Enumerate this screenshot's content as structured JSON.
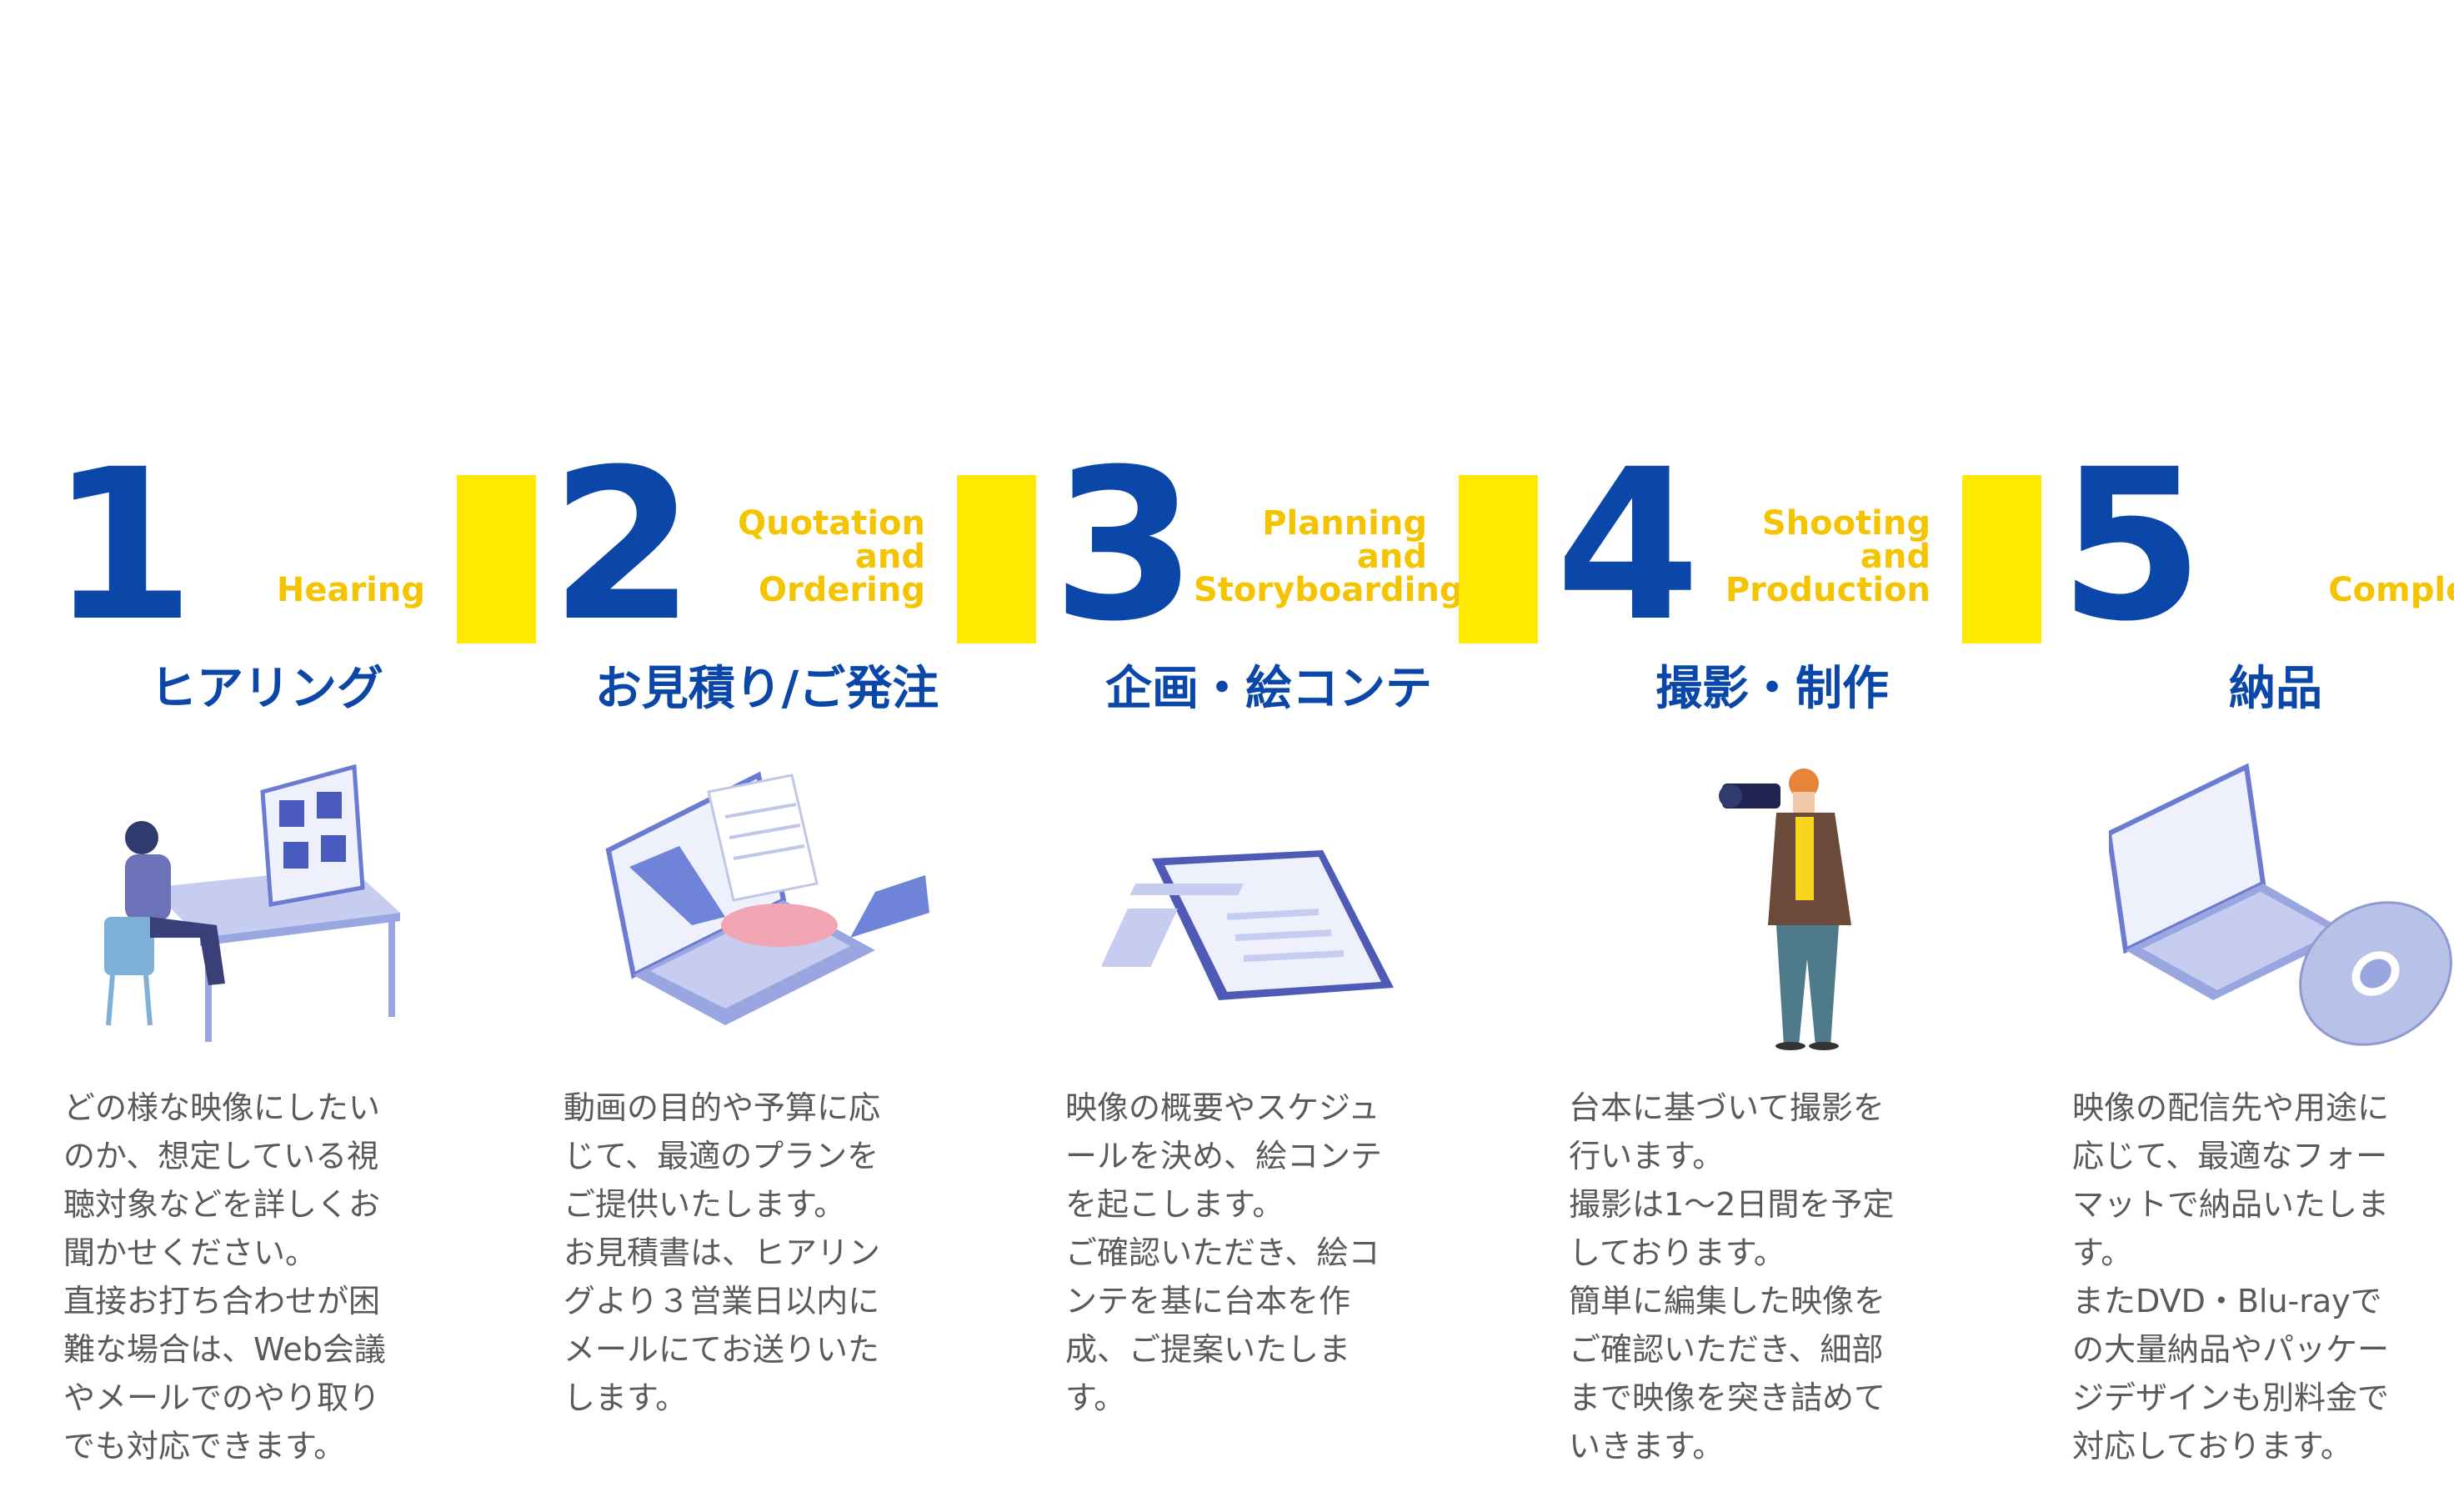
{
  "steps": [
    {
      "number": "1",
      "en_lines": [
        "Hearing"
      ],
      "title": "ヒアリング",
      "icon": "video-conference-icon",
      "desc_lines": [
        "どの様な映像にしたい",
        "のか、想定している視",
        "聴対象などを詳しくお",
        "聞かせください。",
        "直接お打ち合わせが困",
        "難な場合は、Web会議",
        "やメールでのやり取り",
        "でも対応できます。"
      ]
    },
    {
      "number": "2",
      "en_lines": [
        "Quotation",
        "and",
        "Ordering"
      ],
      "title": "お見積り/ご発注",
      "icon": "handshake-laptop-icon",
      "desc_lines": [
        "動画の目的や予算に応",
        "じて、最適のプランを",
        "ご提供いたします。",
        "お見積書は、ヒアリン",
        "グより３営業日以内に",
        "メールにてお送りいた",
        "します。"
      ]
    },
    {
      "number": "3",
      "en_lines": [
        "Planning",
        "and",
        "Storyboarding"
      ],
      "title": "企画・絵コンテ",
      "icon": "tablet-document-icon",
      "desc_lines": [
        "映像の概要やスケジュ",
        "ールを決め、絵コンテ",
        "を起こします。",
        "ご確認いただき、絵コ",
        "ンテを基に台本を作",
        "成、ご提案いたしま",
        "す。"
      ]
    },
    {
      "number": "4",
      "en_lines": [
        "Shooting",
        "and",
        "Production"
      ],
      "title": "撮影・制作",
      "icon": "camera-operator-icon",
      "desc_lines": [
        "台本に基づいて撮影を",
        "行います。",
        "撮影は1〜2日間を予定",
        "しております。",
        "簡単に編集した映像を",
        "ご確認いただき、細部",
        "まで映像を突き詰めて",
        "いきます。"
      ]
    },
    {
      "number": "5",
      "en_lines": [
        "Completion"
      ],
      "title": "納品",
      "icon": "laptop-disc-icon",
      "desc_lines": [
        "映像の配信先や用途に",
        "応じて、最適なフォー",
        "マットで納品いたしま",
        "す。",
        "またDVD・Blu-rayで",
        "の大量納品やパッケー",
        "ジデザインも別料金で",
        "対応しております。"
      ]
    }
  ],
  "colors": {
    "number": "#0a47a8",
    "title": "#0a47a8",
    "english": "#f5c400",
    "bar": "#ffe900",
    "body_text": "#5a5a5a",
    "illustration": "#7f8fd8"
  }
}
